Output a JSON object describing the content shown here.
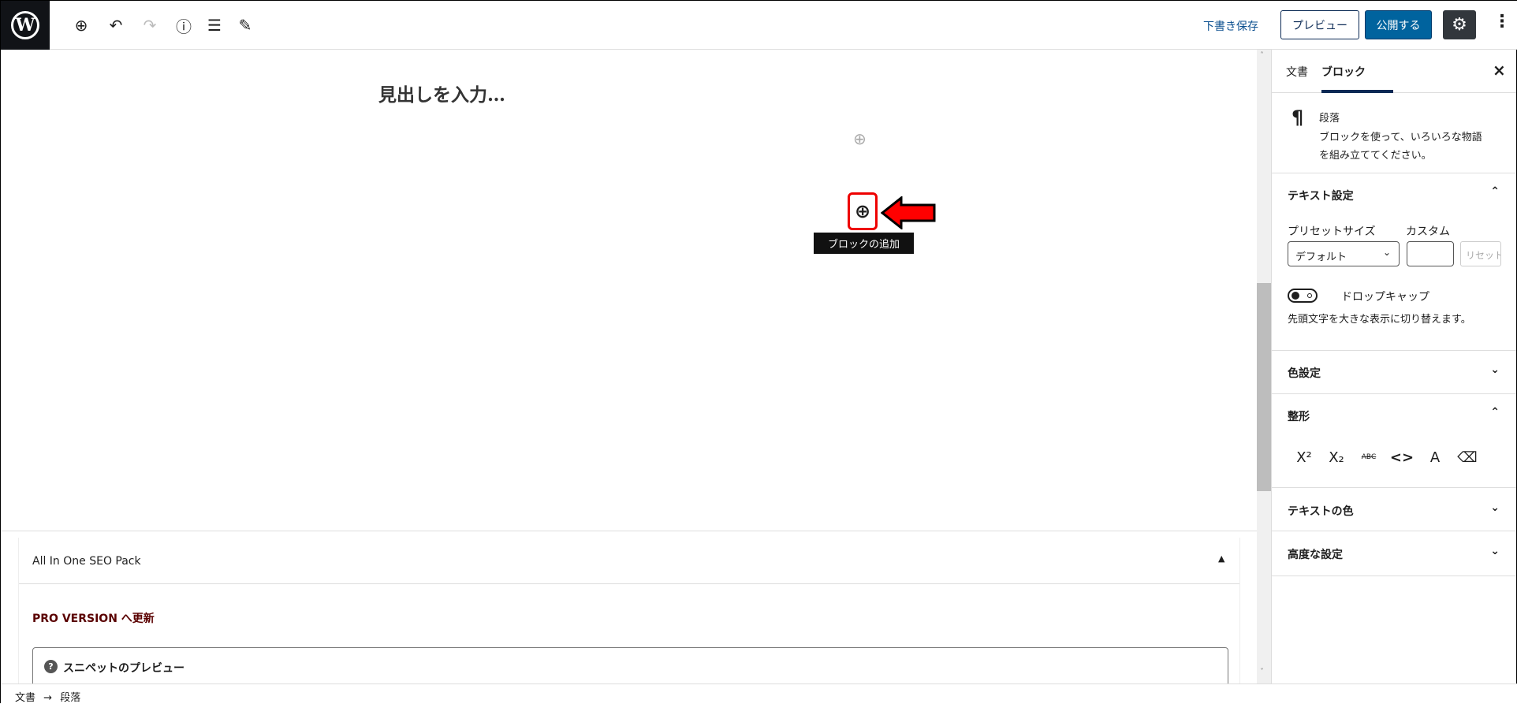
{
  "toolbar": {
    "draft": "下書き保存",
    "preview": "プレビュー",
    "publish": "公開する"
  },
  "editor": {
    "heading_placeholder": "見出しを入力…",
    "tooltip": "ブロックの追加"
  },
  "sidebar": {
    "tabs": [
      {
        "label": "文書"
      },
      {
        "label": "ブロック"
      }
    ],
    "close": "×",
    "block": {
      "name": "段落",
      "desc_line1": "ブロックを使って、いろいろな物語",
      "desc_line2": "を組み立ててください。"
    },
    "text_settings": {
      "title": "テキスト設定",
      "preset_label": "プリセットサイズ",
      "custom_label": "カスタム",
      "preset_value": "デフォルト",
      "custom_value": "",
      "reset": "リセット",
      "dropcap_label": "ドロップキャップ",
      "dropcap_help": "先頭文字を大きな表示に切り替えます。",
      "dropcap_on": false
    },
    "color_settings": "色設定",
    "format": {
      "title": "整形",
      "icons": [
        "X²",
        "X₂",
        "ABC",
        "<>",
        "A",
        "⌫"
      ]
    },
    "text_color": "テキストの色",
    "advanced": "高度な設定"
  },
  "seo": {
    "title": "All In One SEO Pack",
    "pro": "PRO VERSION へ更新",
    "snippet_title": "スニペットのプレビュー"
  },
  "footer": {
    "crumb1": "文書",
    "arrow": "→",
    "crumb2": "段落"
  },
  "colors": {
    "accent": "#007cba",
    "pro": "#5a0000",
    "highlight": "#ff0000"
  }
}
